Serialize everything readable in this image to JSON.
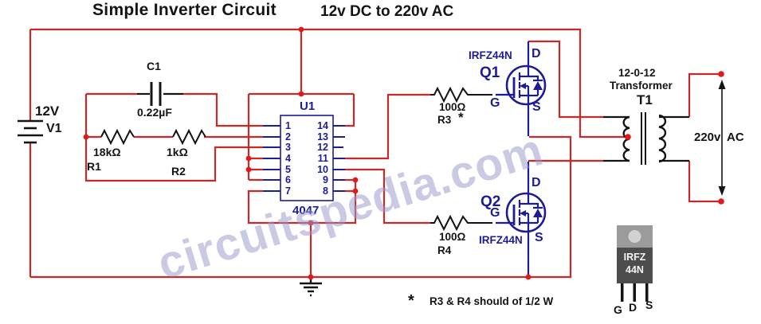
{
  "titles": {
    "left": "Simple Inverter Circuit",
    "right": "12v DC to 220v AC"
  },
  "watermark": "circuitspedia.com",
  "colors": {
    "wire": "#c82a2a",
    "symbol": "#1c1c99",
    "component": "#141414",
    "junction": "#e31919"
  },
  "battery": {
    "voltage": "12V",
    "ref": "V1"
  },
  "capacitor": {
    "ref": "C1",
    "value": "0.22µF"
  },
  "resistors": {
    "r1": {
      "value": "18kΩ",
      "ref": "R1"
    },
    "r2": {
      "value": "1kΩ",
      "ref": "R2"
    },
    "r3": {
      "value": "100Ω",
      "ref": "R3",
      "note_mark": "*"
    },
    "r4": {
      "value": "100Ω",
      "ref": "R4"
    }
  },
  "ic": {
    "ref": "U1",
    "part": "4047",
    "pins_left": [
      "1",
      "2",
      "3",
      "4",
      "5",
      "6",
      "7"
    ],
    "pins_right": [
      "14",
      "13",
      "12",
      "11",
      "10",
      "9",
      "8"
    ]
  },
  "mosfets": {
    "q1": {
      "ref": "Q1",
      "part": "IRFZ44N",
      "d": "D",
      "g": "G",
      "s": "S"
    },
    "q2": {
      "ref": "Q2",
      "part": "IRFZ44N",
      "d": "D",
      "g": "G",
      "s": "S"
    }
  },
  "transformer": {
    "rating": "12-0-12",
    "type_label": "Transformer",
    "ref": "T1"
  },
  "output": {
    "voltage": "220v",
    "unit": "AC"
  },
  "package": {
    "part_line1": "IRFZ",
    "part_line2": "44N",
    "pins": [
      "G",
      "D",
      "S"
    ]
  },
  "note": {
    "mark": "*",
    "text": "R3 & R4 should of 1/2 W"
  }
}
